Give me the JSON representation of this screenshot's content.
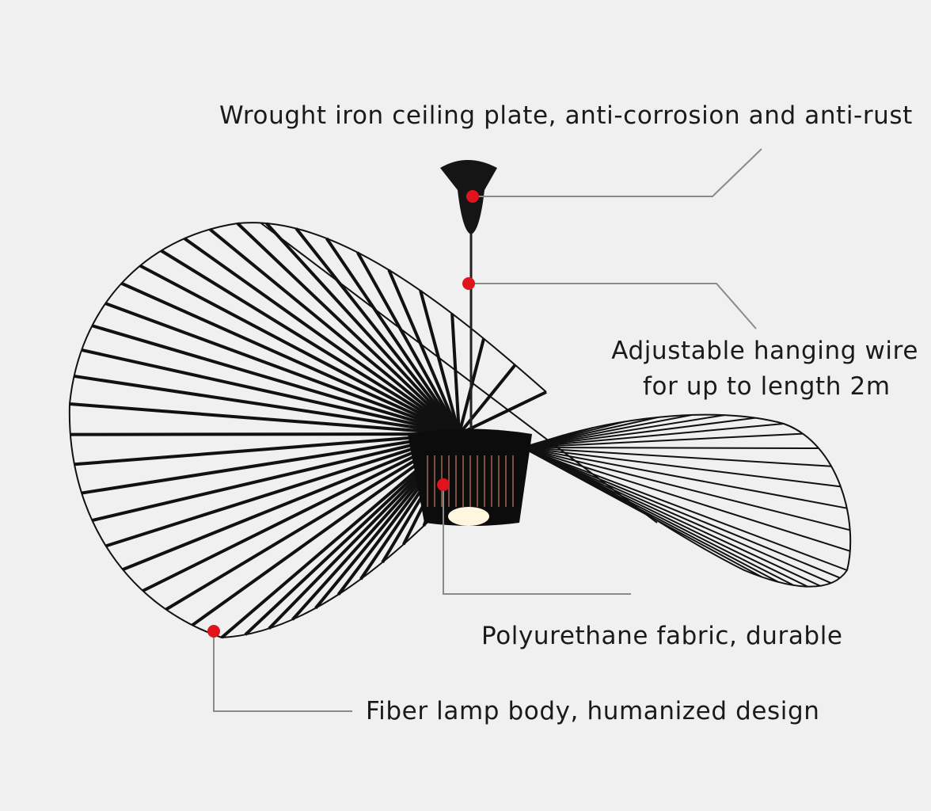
{
  "colors": {
    "background": "#f0f0f0",
    "marker": "#e0141c",
    "leader": "#8a8a8a",
    "lamp": "#111111"
  },
  "annotations": {
    "ceiling_plate": "Wrought iron ceiling plate, anti-corrosion and anti-rust",
    "wire_line1": "Adjustable hanging wire",
    "wire_line2": "for up to length 2m",
    "fabric": "Polyurethane fabric, durable",
    "body": "Fiber lamp body, humanized design"
  }
}
